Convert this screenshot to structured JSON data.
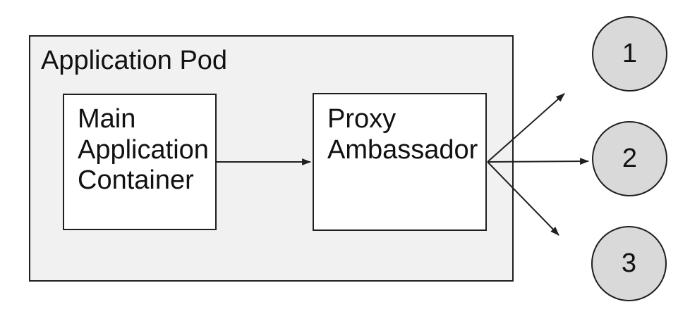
{
  "theme": {
    "background": "#ffffff",
    "pod_fill": "#f1f1f2",
    "box_fill": "#ffffff",
    "circle_fill": "#d9d9d9",
    "stroke": "#1f1f1f",
    "text": "#111111"
  },
  "pod": {
    "label": "Application Pod"
  },
  "boxes": {
    "main": {
      "lines": [
        "Main",
        "Application",
        "Container"
      ]
    },
    "proxy": {
      "lines": [
        "Proxy",
        "Ambassador"
      ]
    }
  },
  "endpoints": [
    {
      "label": "1"
    },
    {
      "label": "2"
    },
    {
      "label": "3"
    }
  ]
}
